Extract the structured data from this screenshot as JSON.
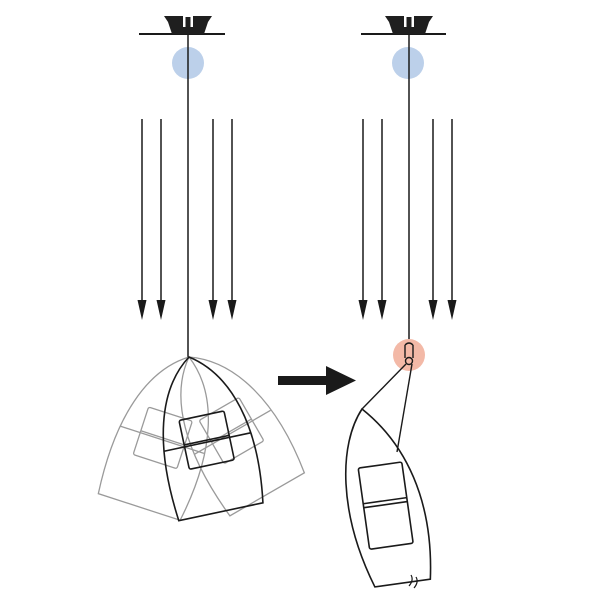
{
  "diagram": {
    "panels": [
      {
        "state": "before",
        "boat_positions": 3,
        "boat_motion": "swinging",
        "connector_highlight": false
      },
      {
        "state": "after",
        "boat_positions": 1,
        "boat_motion": "steady",
        "connector_highlight": true
      }
    ],
    "current_arrows_per_panel": 4,
    "transition_arrow_direction": "right"
  },
  "colors": {
    "line": "#1a1a1a",
    "ghost_boat": "#9a9a9a",
    "mooring_float": "#bcd0ea",
    "swivel_highlight": "#f3b9a7",
    "mooring_block": "#1f1f1f"
  },
  "icons": {
    "mooring_block": "mooring-block-icon",
    "float": "buoy-float-icon",
    "swivel": "swivel-icon",
    "current": "current-arrow-icon",
    "transition": "right-arrow-icon"
  }
}
